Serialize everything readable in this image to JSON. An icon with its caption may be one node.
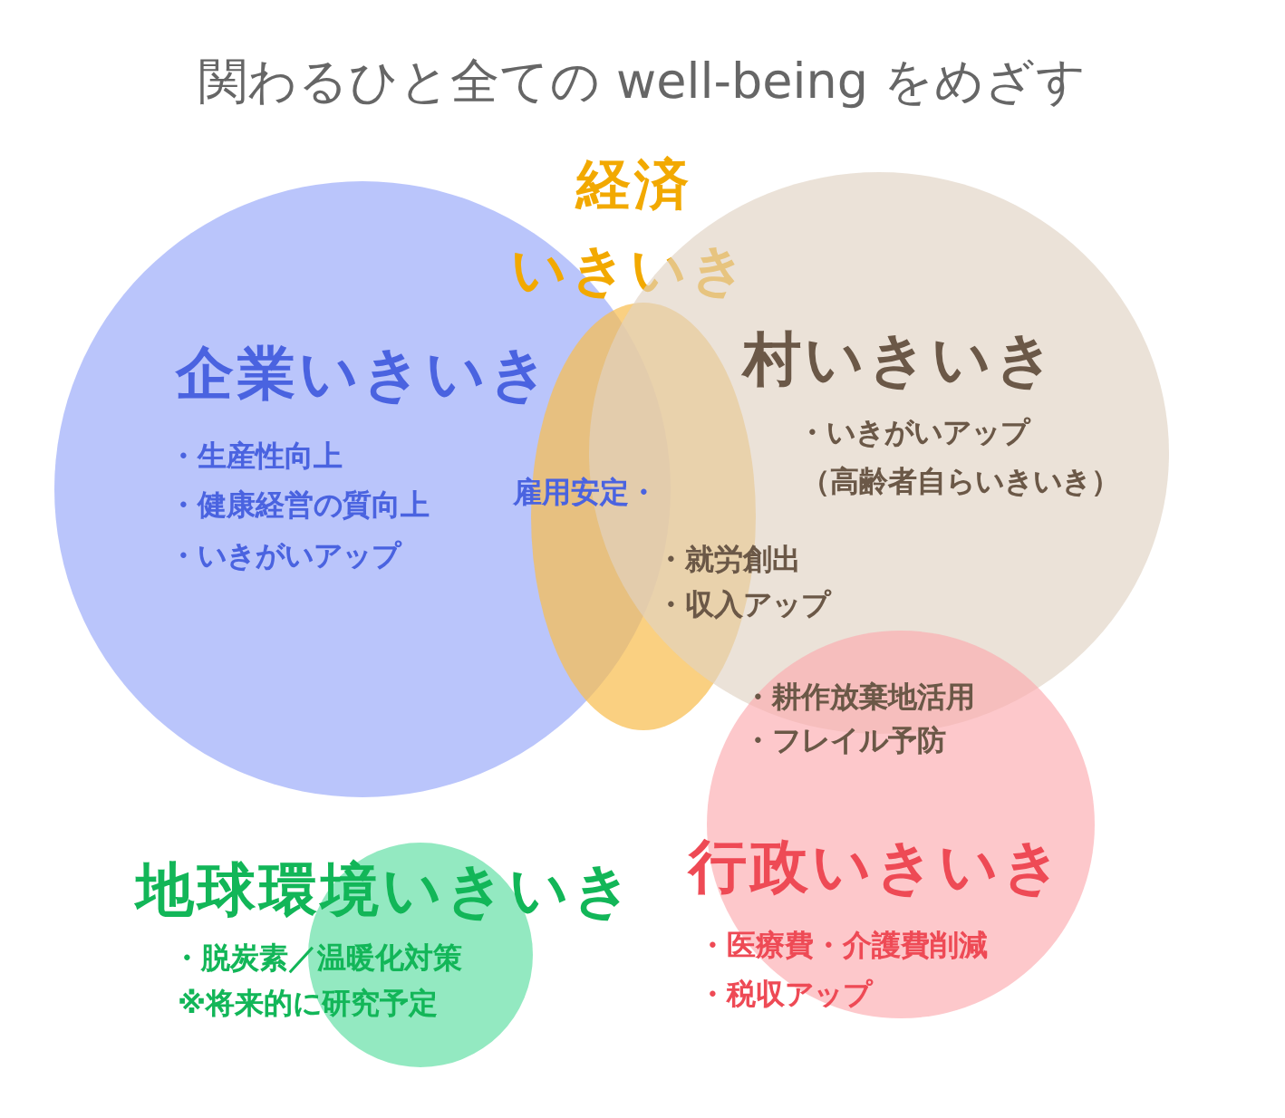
{
  "diagram": {
    "title": "関わるひと全ての well-being をめざす",
    "nodes": [
      {
        "text": [
          "企業いきいき",
          "・生産性向上",
          "・健康経営の質向上",
          "・いきがいアップ"
        ]
      },
      {
        "text": [],
        "shape": "ellipse",
        "beside": [
          "いきいき"
        ]
      },
      {
        "text": [
          "村いきいき",
          "・いきがいアップ",
          "（高齢者自らいきいき）"
        ]
      },
      {
        "text": [
          "行政いきいき",
          "・医療費・介護費削減",
          "・税収アップ"
        ]
      },
      {
        "text": [
          "地球環境いきいき",
          "・脱炭素／温暖化対策",
          "※将来的に研究予定"
        ]
      }
    ],
    "labels": [
      "経済",
      "雇用安定・",
      "・就労創出",
      "・収入アップ",
      "・耕作放棄地活用",
      "・フレイル予防"
    ]
  }
}
